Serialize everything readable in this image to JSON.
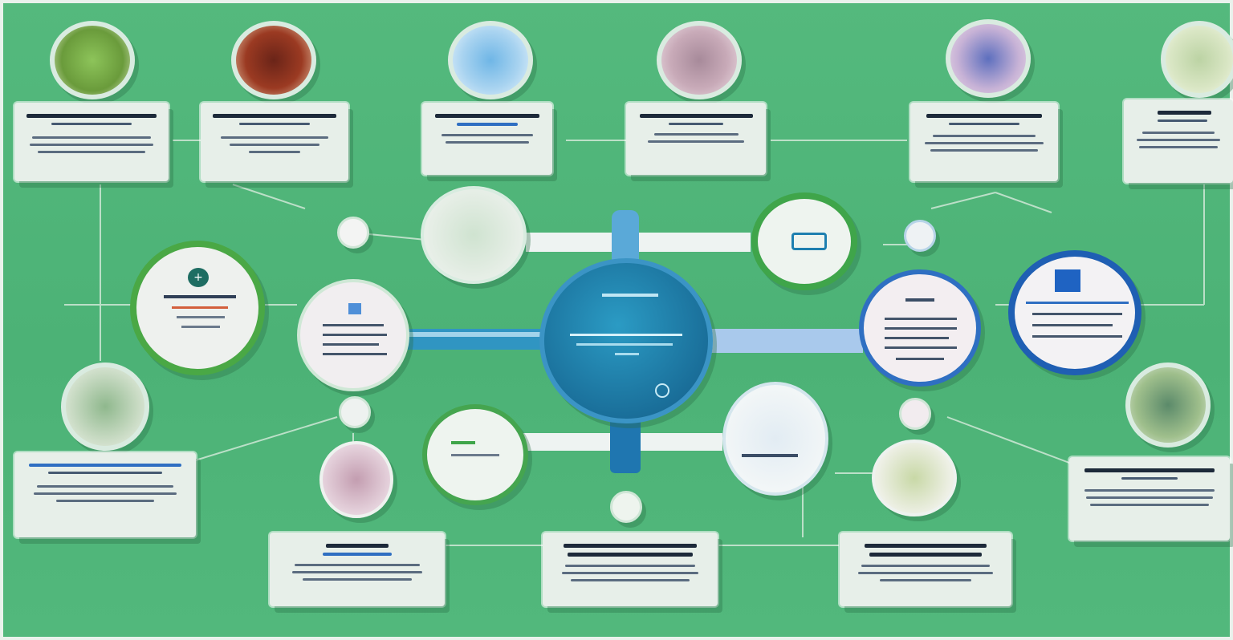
{
  "diagram": {
    "hub": {
      "icon": "database-hub-icon"
    },
    "top_cards": [
      {
        "id": "card-top-1",
        "icon": "plant-photo-icon"
      },
      {
        "id": "card-top-2",
        "icon": "brown-texture-photo-icon"
      },
      {
        "id": "card-top-3",
        "icon": "water-drop-icon"
      },
      {
        "id": "card-top-4",
        "icon": "pink-texture-photo-icon"
      },
      {
        "id": "card-top-5",
        "icon": "bar-chart-photo-icon"
      },
      {
        "id": "card-top-6",
        "icon": "letter-tile-icon"
      }
    ],
    "bottom_cards": [
      {
        "id": "card-bottom-1"
      },
      {
        "id": "card-bottom-2"
      },
      {
        "id": "card-bottom-3"
      },
      {
        "id": "card-bottom-4"
      },
      {
        "id": "card-bottom-5"
      }
    ],
    "colors": {
      "background": "#4fb57a",
      "card": "#e7efe9",
      "hub": "#1f7fa6",
      "accent_blue": "#2f6fc2",
      "ring_green": "#3fa54a"
    }
  }
}
